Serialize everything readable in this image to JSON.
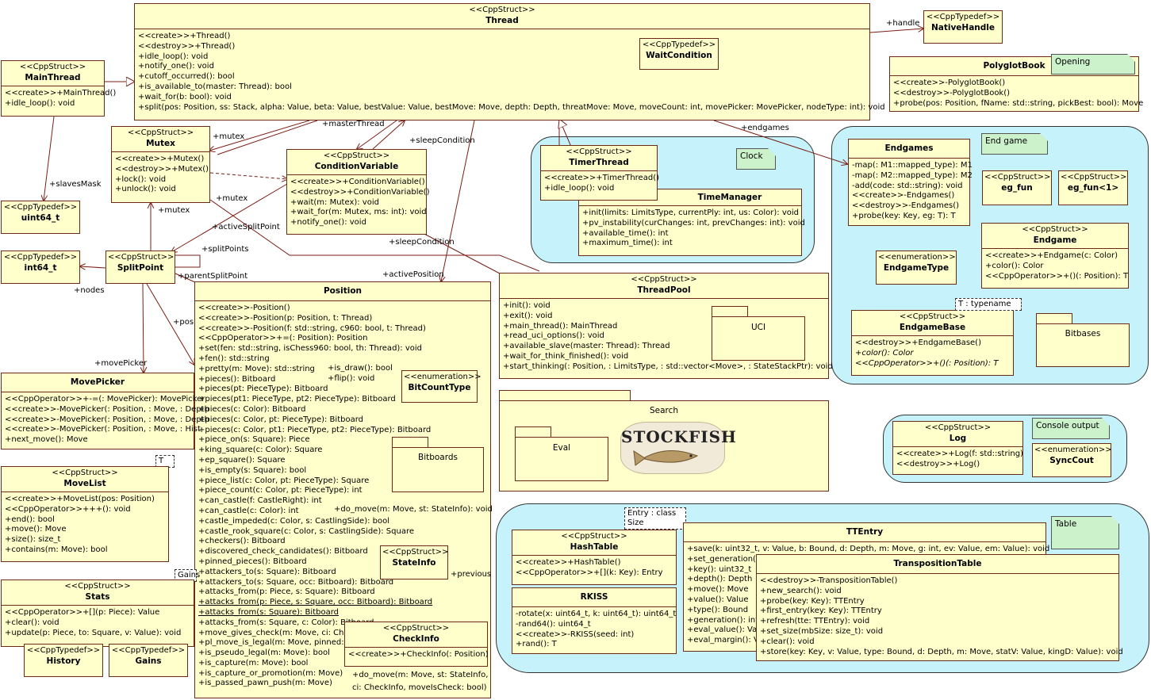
{
  "stereotypes": {
    "struct": "<<CppStruct>>",
    "typedef": "<<CppTypedef>>",
    "enumeration": "<<enumeration>>"
  },
  "classes": {
    "thread": {
      "name": "Thread",
      "ops": [
        "<<create>>+Thread()",
        "<<destroy>>+Thread()",
        "+idle_loop(): void",
        "+notify_one(): void",
        "+cutoff_occurred(): bool",
        "+is_available_to(master: Thread): bool",
        "+wait_for(b: bool): void",
        "+split(pos: Position, ss: Stack, alpha: Value, beta: Value, bestValue: Value, bestMove: Move, depth: Depth, threatMove: Move, moveCount: int, movePicker: MovePicker, nodeType: int): void"
      ]
    },
    "waitcondition": {
      "name": "WaitCondition"
    },
    "nativehandle": {
      "name": "NativeHandle"
    },
    "polyglotbook": {
      "name": "PolyglotBook",
      "ops": [
        "<<create>>-PolyglotBook()",
        "<<destroy>>-PolyglotBook()",
        "+probe(pos: Position, fName: std::string, pickBest: bool): Move"
      ]
    },
    "mainthread": {
      "name": "MainThread",
      "ops": [
        "<<create>>+MainThread()",
        "+idle_loop(): void"
      ]
    },
    "mutex": {
      "name": "Mutex",
      "ops": [
        "<<create>>+Mutex()",
        "<<destroy>>+Mutex()",
        "+lock(): void",
        "+unlock(): void"
      ]
    },
    "conditionvariable": {
      "name": "ConditionVariable",
      "ops": [
        "<<create>>+ConditionVariable()",
        "<<destroy>>+ConditionVariable()",
        "+wait(m: Mutex): void",
        "+wait_for(m: Mutex, ms: int): void",
        "+notify_one(): void"
      ]
    },
    "timerthread": {
      "name": "TimerThread",
      "ops": [
        "<<create>>+TimerThread()",
        "+idle_loop(): void"
      ]
    },
    "timemanager": {
      "name": "TimeManager",
      "ops": [
        "+init(limits: LimitsType, currentPly: int, us: Color): void",
        "+pv_instability(curChanges: int, prevChanges: int): void",
        "+available_time(): int",
        "+maximum_time(): int"
      ]
    },
    "endgames": {
      "name": "Endgames",
      "ops": [
        "-map(: M1::mapped_type): M1",
        "-map(: M2::mapped_type): M2",
        "-add(code: std::string): void",
        "<<create>>-Endgames()",
        "<<destroy>>-Endgames()",
        "+probe(key: Key, eg: T): T"
      ]
    },
    "egfun": {
      "name": "eg_fun"
    },
    "egfun1": {
      "name": "eg_fun<1>"
    },
    "endgame": {
      "name": "Endgame",
      "ops": [
        "<<create>>+Endgame(c: Color)",
        "+color(): Color",
        "<<CppOperator>>+()(: Position): T"
      ]
    },
    "endgametype": {
      "name": "EndgameType"
    },
    "endgamebase": {
      "name": "EndgameBase",
      "ops": [
        "<<destroy>>+EndgameBase()",
        "+color(): Color",
        "<<CppOperator>>+()(: Position): T"
      ]
    },
    "uint64": {
      "name": "uint64_t"
    },
    "int64": {
      "name": "int64_t"
    },
    "splitpoint": {
      "name": "SplitPoint"
    },
    "position": {
      "name": "Position",
      "ops": [
        "<<create>>-Position()",
        "<<create>>-Position(p: Position, t: Thread)",
        "<<create>>-Position(f: std::string, c960: bool, t: Thread)",
        "<<CppOperator>>+=(: Position): Position",
        "+set(fen: std::string, isChess960: bool, th: Thread): void",
        "+fen(): std::string",
        "+pretty(m: Move): std::string",
        "+pieces(): Bitboard",
        "+pieces(pt: PieceType): Bitboard",
        "+pieces(pt1: PieceType, pt2: PieceType): Bitboard",
        "+pieces(c: Color): Bitboard",
        "+pieces(c: Color, pt: PieceType): Bitboard",
        "+pieces(c: Color, pt1: PieceType, pt2: PieceType): Bitboard",
        "+piece_on(s: Square): Piece",
        "+king_square(c: Color): Square",
        "+ep_square(): Square",
        "+is_empty(s: Square): bool",
        "+piece_list(c: Color, pt: PieceType): Square",
        "+piece_count(c: Color, pt: PieceType): int",
        "+can_castle(f: CastleRight): int",
        "+can_castle(c: Color): int",
        "+castle_impeded(c: Color, s: CastlingSide): bool",
        "+castle_rook_square(c: Color, s: CastlingSide): Square",
        "+checkers(): Bitboard",
        "+discovered_check_candidates(): Bitboard",
        "+pinned_pieces(): Bitboard",
        "+attackers_to(s: Square): Bitboard",
        "+attackers_to(s: Square, occ: Bitboard): Bitboard",
        "+attacks_from(p: Piece, s: Square): Bitboard",
        "+attacks_from(p: Piece, s: Square, occ: Bitboard): Bitboard",
        "+attacks_from(s: Square): Bitboard",
        "+attacks_from(s: Square, c: Color): Bitboard",
        "+move_gives_check(m: Move, ci: CheckInfo): bool",
        "+pl_move_is_legal(m: Move, pinned: Bitboard): bool",
        "+is_pseudo_legal(m: Move): bool",
        "+is_capture(m: Move): bool",
        "+is_capture_or_promotion(m: Move)",
        "+is_passed_pawn_push(m: Move)"
      ],
      "extra_ops": [
        "+is_draw(): bool",
        "+flip(): void",
        "+do_move(m: Move, st: StateInfo): void"
      ]
    },
    "bitcounttype": {
      "name": "BitCountType"
    },
    "stateinfo": {
      "name": "StateInfo"
    },
    "checkinfo": {
      "name": "CheckInfo",
      "ops": [
        "<<create>>+CheckInfo(: Position)"
      ],
      "extra_ops": [
        "+do_move(m: Move, st: StateInfo,",
        "ci: CheckInfo, moveIsCheck: bool)"
      ]
    },
    "threadpool": {
      "name": "ThreadPool",
      "ops": [
        "+init(): void",
        "+exit(): void",
        "+main_thread(): MainThread",
        "+read_uci_options(): void",
        "+available_slave(master: Thread): Thread",
        "+wait_for_think_finished(): void",
        "+start_thinking(: Position, : LimitsType, : std::vector<Move>, : StateStackPtr): void"
      ]
    },
    "movepicker": {
      "name": "MovePicker",
      "ops": [
        "<<CppOperator>>+-=(: MovePicker): MovePicker",
        "<<create>>-MovePicker(: Position, : Move, : Depth",
        "<<create>>-MovePicker(: Position, : Move, : Depth",
        "<<create>>-MovePicker(: Position, : Move, : Hist",
        "+next_move(): Move"
      ]
    },
    "movelist": {
      "name": "MoveList",
      "ops": [
        "<<create>>+MoveList(pos: Position)",
        "<<CppOperator>>+++(): void",
        "+end(): bool",
        "+move(): Move",
        "+size(): size_t",
        "+contains(m: Move): bool"
      ]
    },
    "stats": {
      "name": "Stats",
      "ops": [
        "<<CppOperator>>+[](p: Piece): Value",
        "+clear(): void",
        "+update(p: Piece, to: Square, v: Value): void"
      ]
    },
    "history": {
      "name": "History"
    },
    "gains": {
      "name": "Gains"
    },
    "log": {
      "name": "Log",
      "ops": [
        "<<create>>+Log(f: std::string)",
        "<<destroy>>+Log()"
      ]
    },
    "synccout": {
      "name": "SyncCout"
    },
    "hashtable": {
      "name": "HashTable",
      "ops": [
        "<<create>>+HashTable()",
        "<<CppOperator>>+[](k: Key): Entry"
      ]
    },
    "rkiss": {
      "name": "RKISS",
      "ops": [
        "-rotate(x: uint64_t, k: uint64_t): uint64_t",
        "-rand64(): uint64_t",
        "<<create>>-RKISS(seed: int)",
        "+rand(): T"
      ]
    },
    "ttentry": {
      "name": "TTEntry",
      "ops": [
        "+save(k: uint32_t, v: Value, b: Bound, d: Depth, m: Move, g: int, ev: Value, em: Value): void",
        "+set_generation(g",
        "+key(): uint32_t",
        "+depth(): Depth",
        "+move(): Move",
        "+value(): Value",
        "+type(): Bound",
        "+generation(): int",
        "+eval_value(): Va",
        "+eval_margin(): V"
      ]
    },
    "transpositiontable": {
      "name": "TranspositionTable",
      "ops": [
        "<<destroy>>-TranspositionTable()",
        "+new_search(): void",
        "+probe(key: Key): TTEntry",
        "+first_entry(key: Key): TTEntry",
        "+refresh(tte: TTEntry): void",
        "+set_size(mbSize: size_t): void",
        "+clear(): void",
        "+store(key: Key, v: Value, type: Bound, d: Depth, m: Move, statV: Value, kingD: Value): void"
      ]
    }
  },
  "packages": {
    "uci": "UCI",
    "bitboards": "Bitboards",
    "bitbases": "Bitbases",
    "search": "Search",
    "eval": "Eval"
  },
  "notes": {
    "opening": "Opening",
    "clock": "Clock",
    "endgame": "End game",
    "console": "Console output",
    "table": "Table"
  },
  "templates": {
    "endgamebase": "T : typename",
    "movelist": "T",
    "stats": "Gains",
    "hashtable_1": "Entry : class",
    "hashtable_2": "Size"
  },
  "edge_labels": {
    "handle": "+handle",
    "masterThread": "+masterThread",
    "sleepCondition1": "+sleepCondition",
    "sleepCondition2": "+sleepCondition",
    "mutex1": "+mutex",
    "mutex2": "+mutex",
    "mutex3": "+mutex",
    "endgames": "+endgames",
    "slavesMask": "+slavesMask",
    "activeSplitPoint1": "+activeSplitPoint",
    "activeSplitPoint2": "+activePosition",
    "splitPoints": "+splitPoints",
    "parentSplitPoint": "+parentSplitPoint",
    "nodes": "+nodes",
    "pos": "+pos",
    "movePicker": "+movePicker",
    "previous": "+previous"
  },
  "logo": {
    "text": "STOCKFISH"
  },
  "colors": {
    "class_fill": "#ffffcc",
    "class_border": "#6b2a18",
    "group_fill": "#c6f3fb",
    "note_fill": "#ccf2cc",
    "link": "#7a1e14"
  }
}
